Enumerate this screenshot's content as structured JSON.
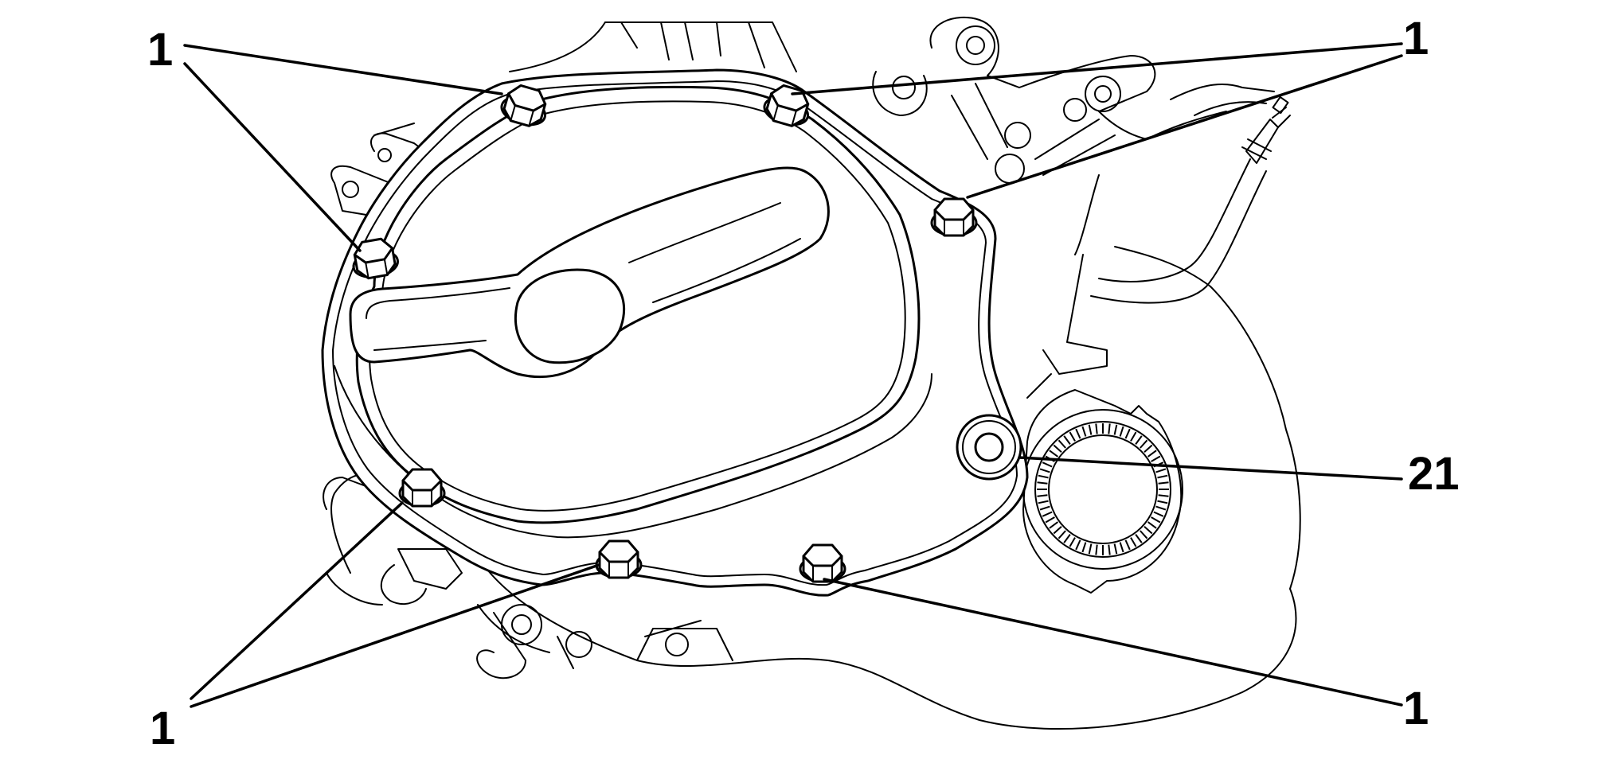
{
  "diagram": {
    "callouts": {
      "bolts_top_left": "1",
      "bolts_top_right": "1",
      "bolts_bottom_left": "1",
      "bolt_bottom_right": "1",
      "plug": "21"
    }
  }
}
